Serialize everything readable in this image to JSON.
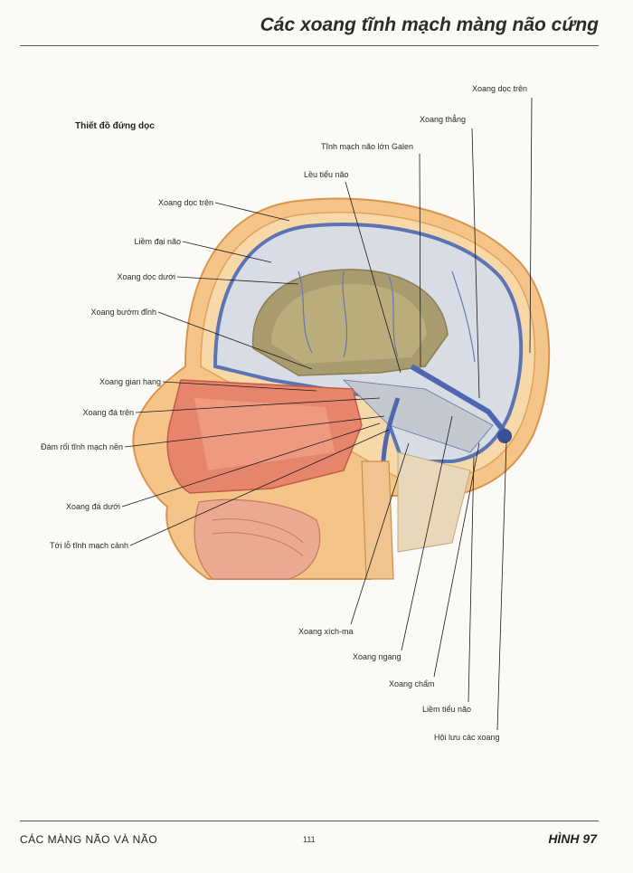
{
  "header": {
    "title": "Các xoang tĩnh mạch màng não cứng"
  },
  "figure": {
    "subtitle": "Thiết đồ đứng dọc",
    "labels_left": [
      "Xoang dọc trên",
      "Liềm đại não",
      "Xoang dọc dưới",
      "Xoang bướm đỉnh",
      "Xoang gian hang",
      "Xoang đá trên",
      "Đám rối tĩnh mạch nền",
      "Xoang đá dưới",
      "Tới lỗ tĩnh mạch cảnh"
    ],
    "labels_top": [
      "Xoang dọc trên",
      "Xoang thẳng",
      "Tĩnh mạch não lớn Galen",
      "Lều tiểu não"
    ],
    "labels_bottom": [
      "Xoang xích-ma",
      "Xoang ngang",
      "Xoang chẩm",
      "Liềm tiểu não",
      "Hội lưu các xoang"
    ]
  },
  "footer": {
    "section": "CÁC MÀNG NÃO VÀ NÃO",
    "page": "111",
    "figure_number": "HÌNH 97"
  }
}
